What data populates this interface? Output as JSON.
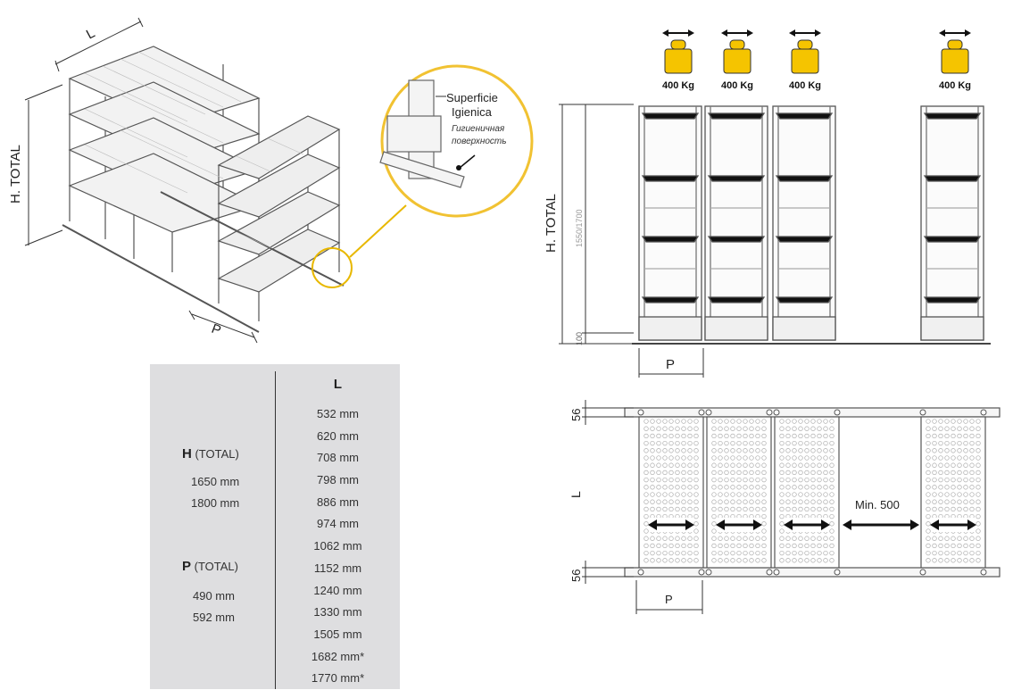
{
  "iso_view": {
    "label_length": "L",
    "label_height": "H. TOTAL",
    "label_depth": "P"
  },
  "callout": {
    "title_line1": "Superficie",
    "title_line2": "Igienica",
    "subtitle_line1": "Гигиеничная",
    "subtitle_line2": "поверхность",
    "accent_color": "#f1c232"
  },
  "front_view": {
    "loads": [
      "400 Kg",
      "400 Kg",
      "400 Kg",
      "400 Kg"
    ],
    "label_height": "H. TOTAL",
    "height_values": "1550/1700",
    "base_value": "100",
    "label_depth": "P",
    "weight_color": "#f5c400"
  },
  "plan_view": {
    "top_dim": "56",
    "bottom_dim": "56",
    "label_length": "L",
    "gap_label": "Min. 500",
    "label_depth": "P"
  },
  "spec_table": {
    "h_label_bold": "H",
    "h_label_rest": "(TOTAL)",
    "h_values": [
      "1650 mm",
      "1800 mm"
    ],
    "p_label_bold": "P",
    "p_label_rest": "(TOTAL)",
    "p_values": [
      "490 mm",
      "592 mm"
    ],
    "l_header": "L",
    "l_values": [
      "532 mm",
      "620 mm",
      "708 mm",
      "798 mm",
      "886 mm",
      "974 mm",
      "1062 mm",
      "1152 mm",
      "1240 mm",
      "1330 mm",
      "1505 mm",
      "1682 mm*",
      "1770 mm*"
    ]
  }
}
